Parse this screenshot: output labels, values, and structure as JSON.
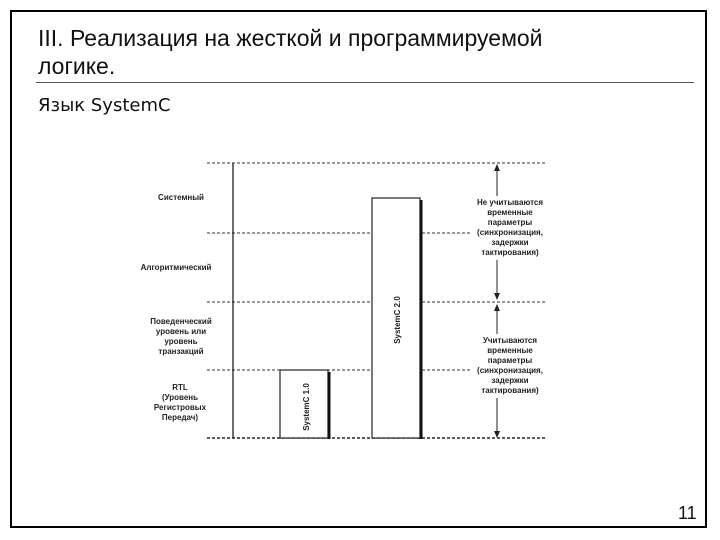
{
  "slide": {
    "title": "III. Реализация на жесткой и программируемой логике.",
    "subtitle": "Язык SystemC",
    "page_number": "11"
  },
  "diagram": {
    "levels": [
      {
        "lines": [
          "Системный"
        ]
      },
      {
        "lines": [
          "Алгоритмический"
        ]
      },
      {
        "lines": [
          "Поведенческий",
          "уровень или",
          "уровень",
          "транзакций"
        ]
      },
      {
        "lines": [
          "RTL",
          "(Уровень",
          "Регистровых",
          "Передач)"
        ]
      }
    ],
    "bars": [
      {
        "label": "SystemC 1.0"
      },
      {
        "label": "SystemC 2.0"
      }
    ],
    "notes": [
      {
        "lines": [
          "Не учитываются",
          "временные",
          "параметры",
          "(синхронизация,",
          "задержки",
          "тактирования)"
        ]
      },
      {
        "lines": [
          "Учитываются",
          "временные",
          "параметры",
          "(синхронизация,",
          "задержки",
          "тактирования)"
        ]
      }
    ]
  }
}
